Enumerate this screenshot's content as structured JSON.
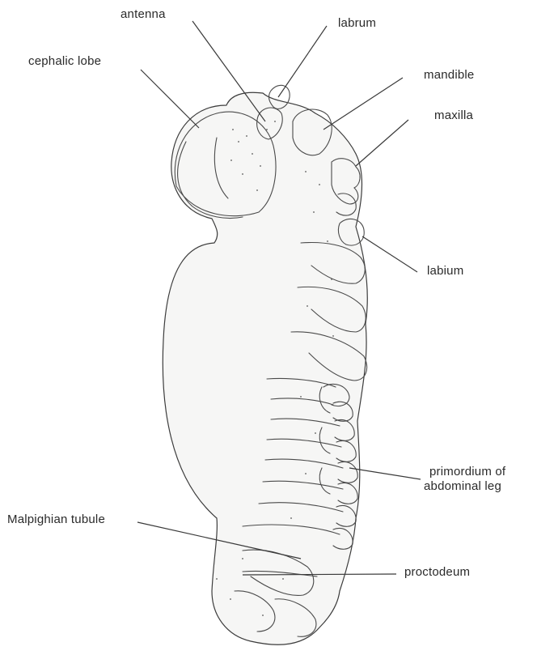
{
  "labels": {
    "antenna": "antenna",
    "labrum": "labrum",
    "cephalic_lobe": "cephalic lobe",
    "mandible": "mandible",
    "maxilla": "maxilla",
    "labium": "labium",
    "primordium_line1": "primordium of",
    "primordium_line2": "abdominal leg",
    "malpighian_tubule": "Malpighian tubule",
    "proctodeum": "proctodeum"
  },
  "colors": {
    "ink": "#3c3c3c",
    "background": "#ffffff",
    "body_fill": "#f6f6f5"
  }
}
